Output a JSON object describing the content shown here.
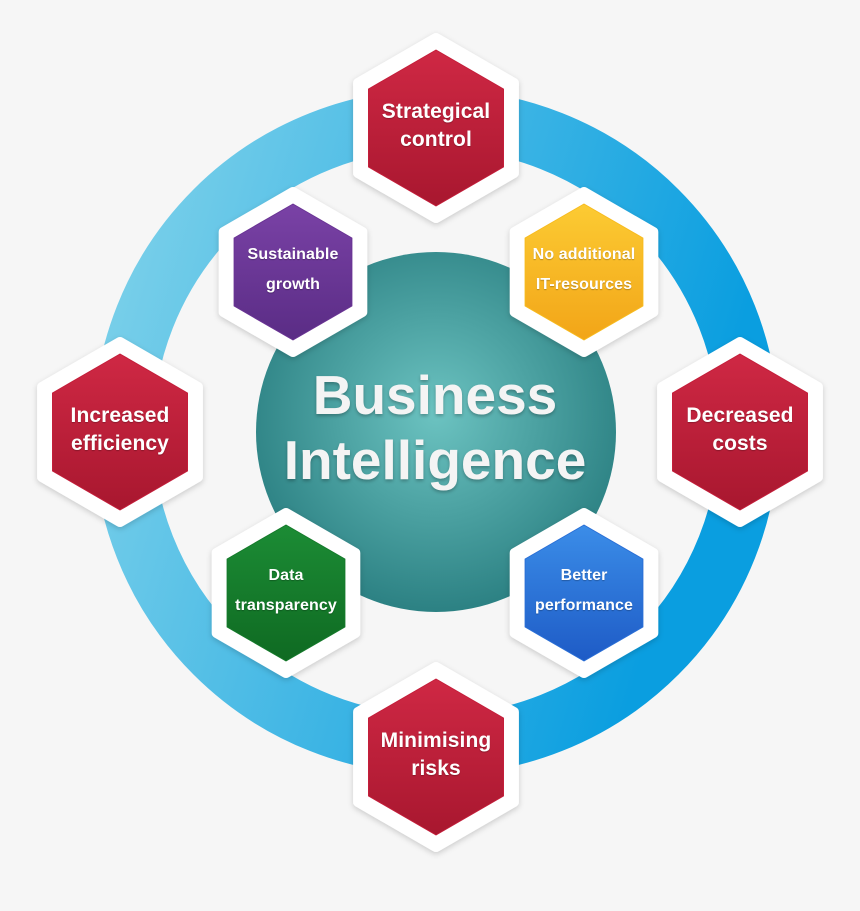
{
  "center": {
    "line1": "Business",
    "line2": "Intelligence"
  },
  "nodes": [
    {
      "id": "strategical-control",
      "lines": [
        "Strategical",
        "control"
      ],
      "color": "#c41e3a"
    },
    {
      "id": "no-additional-it-resources",
      "lines": [
        "No additional",
        "IT-resources"
      ],
      "color": "#f7bb1e"
    },
    {
      "id": "decreased-costs",
      "lines": [
        "Decreased",
        "costs"
      ],
      "color": "#c41e3a"
    },
    {
      "id": "better-performance",
      "lines": [
        "Better",
        "performance"
      ],
      "color": "#2a6fd6"
    },
    {
      "id": "minimising-risks",
      "lines": [
        "Minimising",
        "risks"
      ],
      "color": "#c41e3a"
    },
    {
      "id": "data-transparency",
      "lines": [
        "Data",
        "transparency"
      ],
      "color": "#157a2b"
    },
    {
      "id": "increased-efficiency",
      "lines": [
        "Increased",
        "efficiency"
      ],
      "color": "#c41e3a"
    },
    {
      "id": "sustainable-growth",
      "lines": [
        "Sustainable",
        "growth"
      ],
      "color": "#6a3494"
    }
  ],
  "colors": {
    "ring_light": "#6fcbe6",
    "ring_dark": "#0aa0e0",
    "center_light": "#5fb8b6",
    "center_dark": "#2f8586",
    "hex_border": "#ffffff"
  }
}
